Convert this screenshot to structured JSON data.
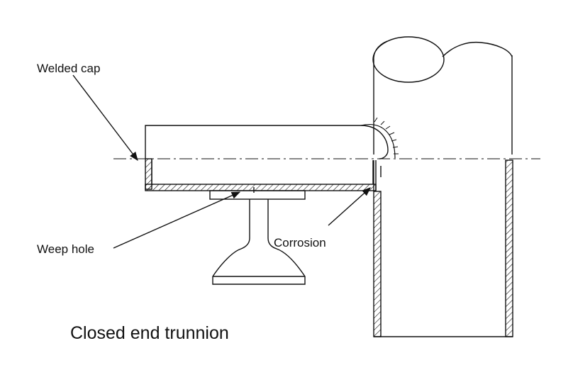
{
  "labels": {
    "welded_cap": "Welded cap",
    "weep_hole": "Weep hole",
    "corrosion": "Corrosion",
    "caption": "Closed end trunnion"
  },
  "colors": {
    "line": "#111111",
    "background": "#ffffff"
  }
}
